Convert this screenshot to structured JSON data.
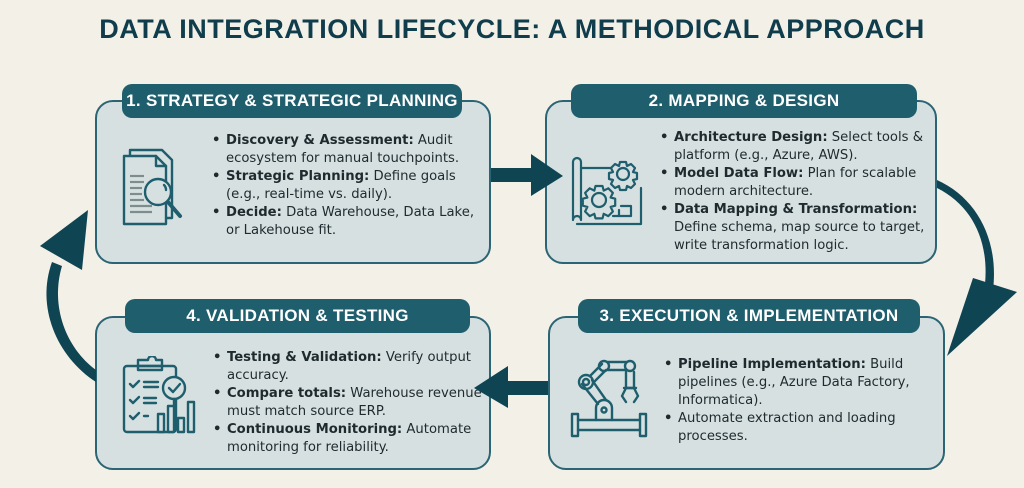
{
  "title": "DATA INTEGRATION LIFECYCLE: A METHODICAL APPROACH",
  "colors": {
    "background": "#f3f0e8",
    "card_fill": "#d6e0e1",
    "card_border": "#2b6574",
    "header_fill": "#1f5e6d",
    "arrow": "#0f4453",
    "title": "#0f3d4c"
  },
  "steps": [
    {
      "header": "1. STRATEGY & STRATEGIC PLANNING",
      "icon": "document-magnifier-icon",
      "bullets": [
        {
          "bold": "Discovery & Assessment:",
          "text": " Audit ecosystem for manual touchpoints."
        },
        {
          "bold": "Strategic Planning:",
          "text": " Define goals (e.g., real-time vs. daily)."
        },
        {
          "bold": "Decide:",
          "text": " Data Warehouse, Data Lake, or Lakehouse fit."
        }
      ]
    },
    {
      "header": "2. MAPPING & DESIGN",
      "icon": "blueprint-gears-icon",
      "bullets": [
        {
          "bold": "Architecture Design:",
          "text": " Select tools & platform (e.g., Azure, AWS)."
        },
        {
          "bold": "Model Data Flow:",
          "text": " Plan for scalable modern architecture."
        },
        {
          "bold": "Data Mapping & Transformation:",
          "text": " Define schema, map source to target, write transformation logic."
        }
      ]
    },
    {
      "header": "3. EXECUTION & IMPLEMENTATION",
      "icon": "robotic-arm-icon",
      "bullets": [
        {
          "bold": "Pipeline Implementation:",
          "text": " Build pipelines (e.g., Azure Data Factory, Informatica)."
        },
        {
          "bold": "",
          "text": "Automate extraction and loading processes."
        }
      ]
    },
    {
      "header": "4. VALIDATION & TESTING",
      "icon": "clipboard-check-chart-icon",
      "bullets": [
        {
          "bold": "Testing & Validation:",
          "text": " Verify output accuracy."
        },
        {
          "bold": "Compare totals:",
          "text": " Warehouse revenue must match source ERP."
        },
        {
          "bold": "Continuous Monitoring:",
          "text": " Automate monitoring for reliability."
        }
      ]
    }
  ],
  "flow": [
    "1 → 2",
    "2 → 3",
    "3 → 4",
    "4 → 1"
  ]
}
